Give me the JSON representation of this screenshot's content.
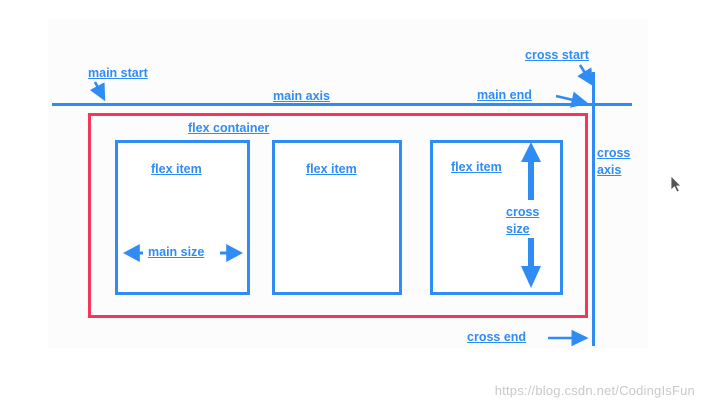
{
  "diagram": {
    "title": "CSS Flexbox axes diagram",
    "colors": {
      "label_blue": "#2f8cf5",
      "container_red": "#f5365c",
      "background": "#ffffff",
      "watermark_gray": "#c9c9c9"
    },
    "labels": {
      "main_start": "main start",
      "main_axis": "main axis",
      "main_end": "main end",
      "cross_start": "cross start",
      "cross_axis_line1": "cross",
      "cross_axis_line2": "axis",
      "cross_end": "cross end",
      "flex_container": "flex container",
      "flex_item_1": "flex item",
      "flex_item_2": "flex item",
      "flex_item_3": "flex item",
      "main_size": "main size",
      "cross_size_line1": "cross",
      "cross_size_line2": "size"
    }
  },
  "watermark": {
    "text": "https://blog.csdn.net/CodingIsFun"
  }
}
